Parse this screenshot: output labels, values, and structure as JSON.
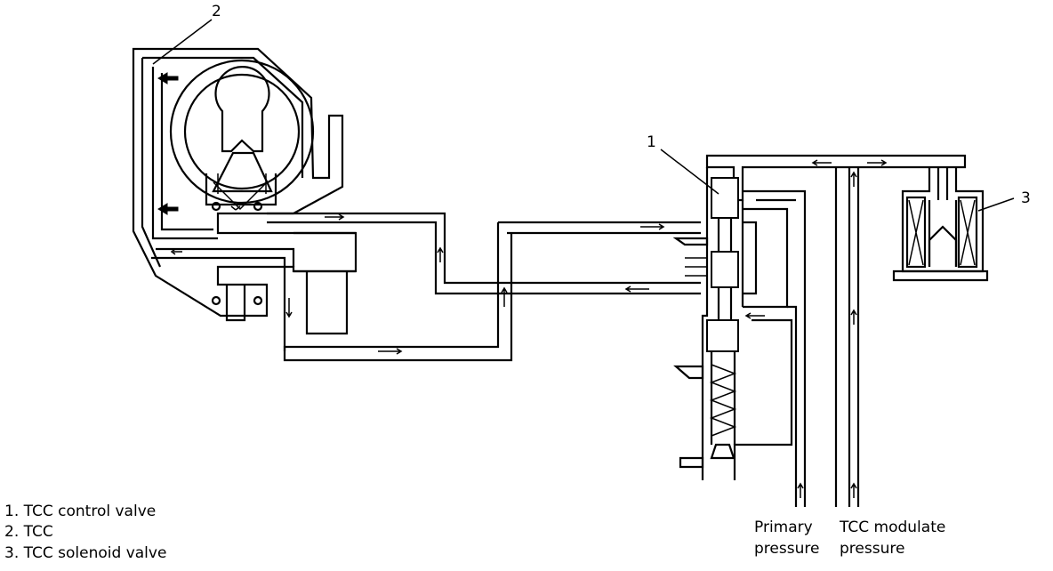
{
  "callouts": {
    "c1": "1",
    "c2": "2",
    "c3": "3"
  },
  "legend": [
    "1. TCC control valve",
    "2. TCC",
    "3. TCC solenoid valve"
  ],
  "pressure_labels": {
    "primary_line1": "Primary",
    "primary_line2": "pressure",
    "tcc_line1": "TCC modulate",
    "tcc_line2": "pressure"
  }
}
